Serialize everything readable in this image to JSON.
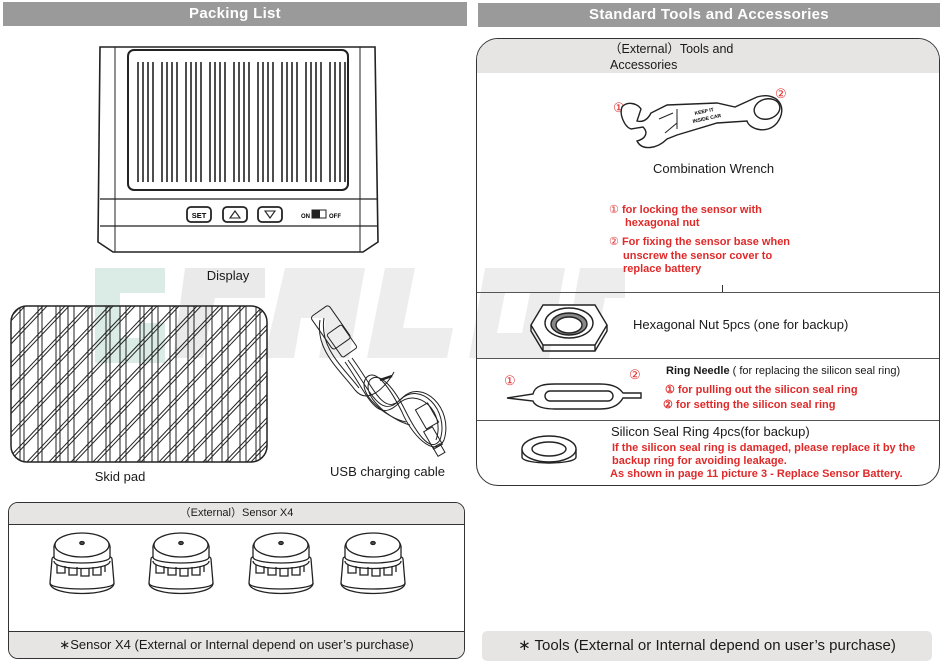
{
  "packing_list": {
    "title": "Packing List",
    "display": {
      "caption": "Display",
      "buttons": [
        "SET",
        "△",
        "▽"
      ],
      "switch_on": "ON",
      "switch_off": "OFF"
    },
    "skid_pad": {
      "caption": "Skid pad"
    },
    "usb_cable": {
      "caption": "USB  charging cable"
    },
    "sensor_box": {
      "header": "（External）Sensor  X4",
      "count": 4,
      "footer": "∗Sensor X4 (External or Internal depend on user’s purchase)"
    }
  },
  "tools": {
    "title": "Standard Tools and Accessories",
    "box_header_line1": "（External）Tools  and",
    "box_header_line2": "Accessories",
    "wrench": {
      "caption": "Combination Wrench",
      "marker1": "①",
      "marker2": "②",
      "note1_marker": "①",
      "note1_line1": "for locking the sensor with",
      "note1_line2": "hexagonal nut",
      "note2_marker": "②",
      "note2_line1": "For fixing the sensor base when",
      "note2_line2": "unscrew the sensor cover to",
      "note2_line3": "replace battery"
    },
    "hex_nut": {
      "caption": "Hexagonal Nut 5pcs (one for backup)"
    },
    "ring_needle": {
      "title": "Ring Needle",
      "subtitle": " ( for replacing the silicon seal ring)",
      "marker1": "①",
      "marker2": "②",
      "note1": "① for pulling out the silicon seal ring",
      "note2": "② for setting the silicon seal ring"
    },
    "seal_ring": {
      "title": "Silicon Seal Ring 4pcs(for backup)",
      "note_line1": "If the silicon seal ring is damaged, please replace it by the",
      "note_line2": "backup ring for avoiding leakage.",
      "note_line3": "As shown in page 11 picture 3 - Replace Sensor Battery."
    },
    "footer": "∗  Tools (External or Internal depend on user’s purchase)"
  },
  "colors": {
    "banner": "#9a9a9a",
    "note_red": "#e02a2a",
    "header_grey": "#e6e5e4"
  }
}
